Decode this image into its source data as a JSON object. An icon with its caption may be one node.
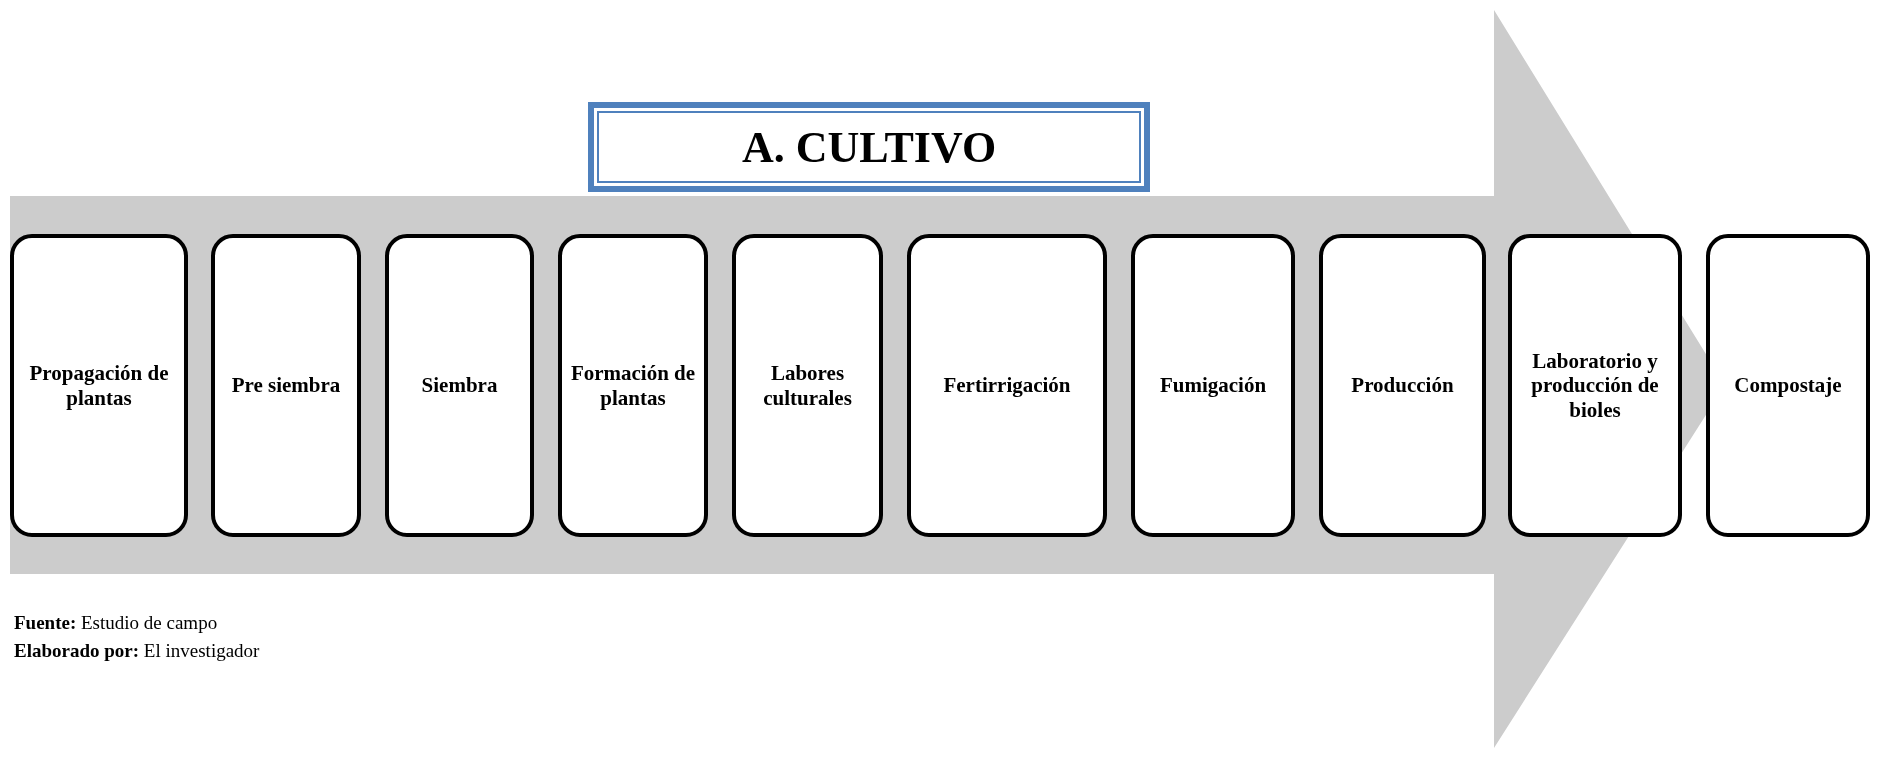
{
  "diagram": {
    "nodes": [
      {
        "text": [
          "A. CULTIVO"
        ]
      },
      {
        "text": [
          "Propagación de plantas"
        ]
      },
      {
        "text": [
          "Pre siembra"
        ]
      },
      {
        "text": [
          "Siembra"
        ]
      },
      {
        "text": [
          "Formación de plantas"
        ]
      },
      {
        "text": [
          "Labores culturales"
        ]
      },
      {
        "text": [
          "Fertirrigación"
        ]
      },
      {
        "text": [
          "Fumigación"
        ]
      },
      {
        "text": [
          "Producción"
        ]
      },
      {
        "text": [
          "Laboratorio y producción de bioles"
        ]
      },
      {
        "text": [
          "Compostaje"
        ]
      }
    ],
    "labels": [
      "**Fuente:** Estudio de campo",
      "**Elaborado por:** El investigador"
    ]
  }
}
